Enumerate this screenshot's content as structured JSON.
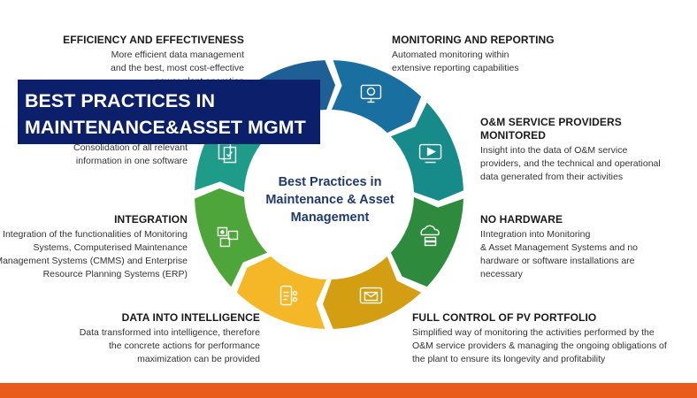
{
  "banner": {
    "line1": "BEST PRACTICES IN",
    "line2": "MAINTENANCE&ASSET MGMT",
    "bg_color": "#0b1f6b"
  },
  "center": {
    "line1": "Best Practices in",
    "line2": "Maintenance & Asset",
    "line3": "Management"
  },
  "segments": [
    {
      "name": "monitoring-reporting",
      "color": "#1a6fa1",
      "icon": "monitor-icon"
    },
    {
      "name": "om-providers",
      "color": "#178a8a",
      "icon": "video-screen-icon"
    },
    {
      "name": "no-hardware",
      "color": "#2e8b3e",
      "icon": "cloud-server-icon"
    },
    {
      "name": "full-control",
      "color": "#d39e12",
      "icon": "mail-screen-icon"
    },
    {
      "name": "data-intelligence",
      "color": "#f3b728",
      "icon": "phone-chart-icon"
    },
    {
      "name": "integration",
      "color": "#4ea63a",
      "icon": "puzzle-icon"
    },
    {
      "name": "consolidation",
      "color": "#1f9b8a",
      "icon": "documents-icon"
    },
    {
      "name": "efficiency",
      "color": "#1e5f96",
      "icon": "gauge-icon"
    }
  ],
  "blocks": {
    "efficiency": {
      "heading": "EFFICIENCY AND EFFECTIVENESS",
      "lines": [
        "More efficient data management",
        "and the best, most cost-effective",
        "power plant operation"
      ]
    },
    "consolidation": {
      "lines": [
        "Consolidation of all relevant",
        "information in one software"
      ]
    },
    "integration": {
      "heading": "INTEGRATION",
      "lines": [
        "Integration of the functionalities of Monitoring",
        "Systems, Computerised Maintenance",
        "Management Systems (CMMS) and Enterprise",
        "Resource Planning Systems (ERP)"
      ]
    },
    "data_intel": {
      "heading": "DATA INTO INTELLIGENCE",
      "lines": [
        "Data transformed into intelligence, therefore",
        "the concrete actions for performance",
        "maximization can be provided"
      ]
    },
    "monitoring": {
      "heading": "MONITORING AND REPORTING",
      "lines": [
        "Automated monitoring within",
        "extensive reporting capabilities"
      ]
    },
    "om": {
      "heading1": "O&M SERVICE PROVIDERS",
      "heading2": "MONITORED",
      "lines": [
        "Insight into the data of O&M service",
        "providers, and the technical and operational",
        "data generated from their activities"
      ]
    },
    "no_hardware": {
      "heading": "NO HARDWARE",
      "lines": [
        "IIntegration into Monitoring",
        "& Asset Management Systems and no",
        "hardware or software installations are",
        "necessary"
      ]
    },
    "full_control": {
      "heading": "FULL CONTROL OF PV PORTFOLIO",
      "lines": [
        "Simplified way of monitoring the activities performed by the",
        "O&M service providers & managing the ongoing obligations of",
        "the plant to ensure its longevity and profitability"
      ]
    }
  },
  "bottom_bar_color": "#e85b1b"
}
